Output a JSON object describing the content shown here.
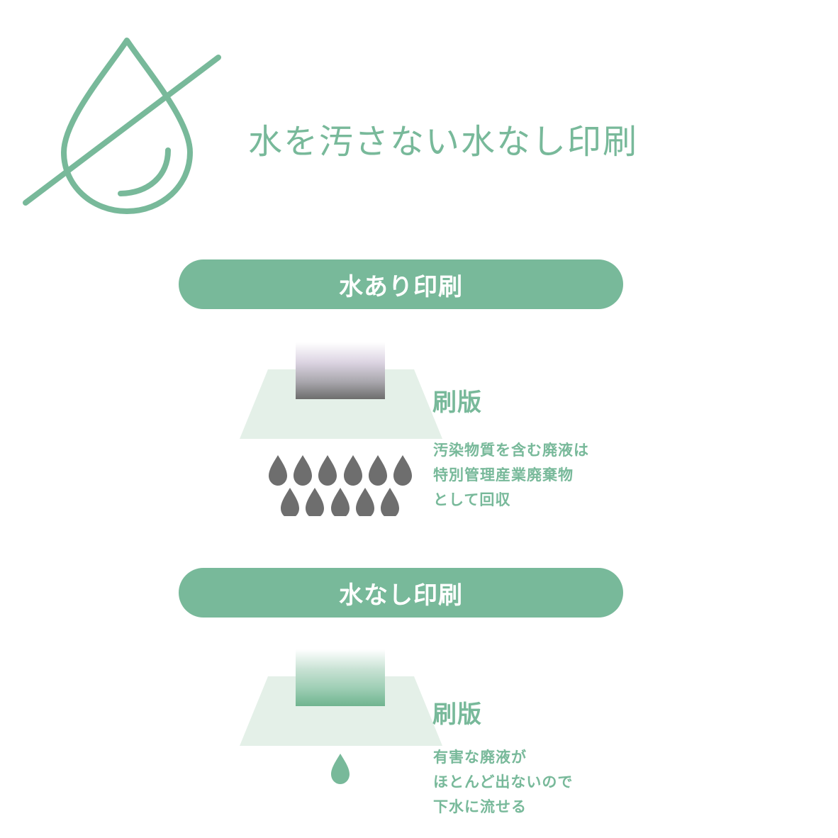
{
  "colors": {
    "accent": "#78b99a",
    "trapezoid": "#e4f0e8",
    "gray_drop": "#6e6e6e",
    "white": "#ffffff"
  },
  "hero": {
    "icon": "no-water-drop-icon",
    "title": "水を汚さない水なし印刷"
  },
  "sections": [
    {
      "header": "水あり印刷",
      "plate_label": "刷版",
      "plate_icon": "printing-plate-gray",
      "drops_icon": "gray-water-drops-icon",
      "drop_count": 11,
      "description_lines": [
        "汚染物質を含む廃液は",
        "特別管理産業廃棄物",
        "として回収"
      ]
    },
    {
      "header": "水なし印刷",
      "plate_label": "刷版",
      "plate_icon": "printing-plate-green",
      "drops_icon": "green-water-drop-icon",
      "drop_count": 1,
      "description_lines": [
        "有害な廃液が",
        "ほとんど出ないので",
        "下水に流せる"
      ]
    }
  ]
}
